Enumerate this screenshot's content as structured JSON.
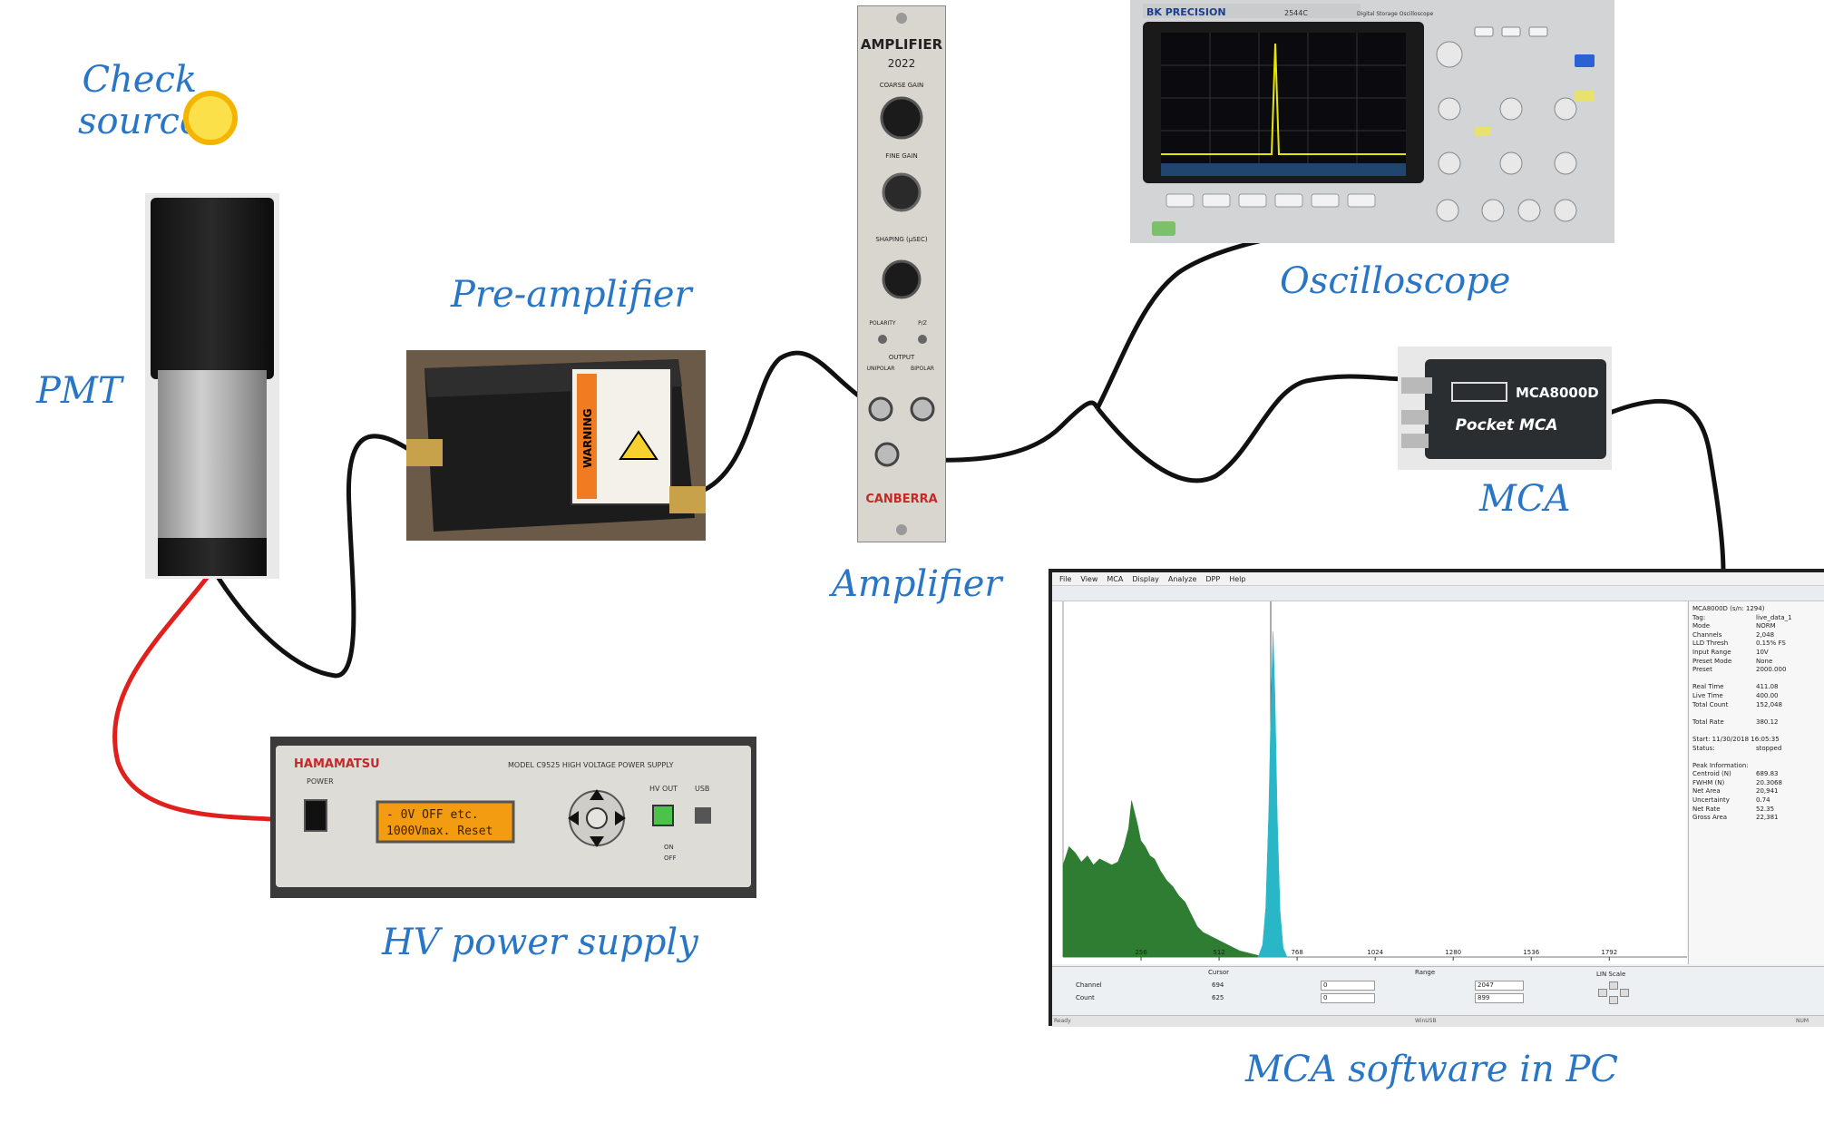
{
  "labels": {
    "check_source_line1": "Check",
    "check_source_line2": "source",
    "pmt": "PMT",
    "preamp": "Pre-amplifier",
    "amplifier": "Amplifier",
    "oscilloscope": "Oscilloscope",
    "mca": "MCA",
    "hv": "HV power supply",
    "software": "MCA software in PC"
  },
  "colors": {
    "label": "#2a76c6",
    "cable": "#111111",
    "hv_cable": "#e0201c",
    "source": "#f7d21a",
    "spectrum_green": "#2e7d32",
    "spectrum_peak": "#29b6c6"
  },
  "hv_supply": {
    "brand": "HAMAMATSU",
    "model": "MODEL C9525  HIGH VOLTAGE POWER SUPPLY",
    "power_label": "POWER",
    "lcd_line1": "-  0V OFF etc.",
    "lcd_line2": "1000Vmax. Reset",
    "hv_out_label": "HV OUT",
    "usb_label": "USB",
    "on_label": "ON",
    "off_label": "OFF"
  },
  "amplifier_module": {
    "title": "AMPLIFIER",
    "model": "2022",
    "coarse_gain": "COARSE GAIN",
    "fine_gain": "FINE GAIN",
    "shaping": "SHAPING (µSEC)",
    "polarity": "POLARITY",
    "pz": "P/Z",
    "output": "OUTPUT",
    "unipolar": "UNIPOLAR",
    "bipolar": "BIPOLAR",
    "brand": "CANBERRA"
  },
  "preamp_device": {
    "warning": "WARNING"
  },
  "scope": {
    "brand": "BK PRECISION",
    "model": "2544C",
    "desc": "Digital Storage Oscilloscope"
  },
  "mca_device": {
    "model": "MCA8000D",
    "name": "Pocket MCA"
  },
  "software": {
    "menu": [
      "File",
      "View",
      "MCA",
      "Display",
      "Analyze",
      "DPP",
      "Help"
    ],
    "info_rows": [
      [
        "MCA8000D (s/n: 1294)",
        ""
      ],
      [
        "Tag:",
        "live_data_1"
      ],
      [
        "Mode",
        "NORM"
      ],
      [
        "Channels",
        "2,048"
      ],
      [
        "LLD Thresh",
        "0.15% FS"
      ],
      [
        "Input Range",
        "10V"
      ],
      [
        "Preset Mode",
        "None"
      ],
      [
        "Preset",
        "2000.000"
      ],
      [
        "",
        ""
      ],
      [
        "Real Time",
        "411.08"
      ],
      [
        "Live Time",
        "400.00"
      ],
      [
        "Total Count",
        "152,048"
      ],
      [
        "",
        ""
      ],
      [
        "Total Rate",
        "380.12"
      ],
      [
        "",
        ""
      ],
      [
        "Start: 11/30/2018 16:05:35",
        ""
      ],
      [
        "Status:",
        "stopped"
      ],
      [
        "",
        ""
      ],
      [
        "Peak Information:",
        ""
      ],
      [
        "Centroid (N)",
        "689.83"
      ],
      [
        "FWHM (N)",
        "20.3068"
      ],
      [
        "Net Area",
        "20,941"
      ],
      [
        "Uncertainty",
        "0.74"
      ],
      [
        "Net Rate",
        "52.35"
      ],
      [
        "Gross Area",
        "22,381"
      ]
    ],
    "cursor_header": "Cursor",
    "range_header": "Range",
    "scale_header": "LIN Scale",
    "channel_label": "Channel",
    "count_label": "Count",
    "cursor_channel": "694",
    "cursor_count": "625",
    "range_low_1": "0",
    "range_high_1": "2047",
    "range_low_2": "0",
    "range_high_2": "899",
    "status_left": "Ready",
    "status_mid": "WinUSB",
    "status_right": "NUM"
  },
  "chart_data": {
    "type": "area",
    "xlabel": "",
    "ylabel": "",
    "x_ticks": [
      256,
      512,
      768,
      1024,
      1280,
      1536,
      1792
    ],
    "xlim": [
      0,
      2047
    ],
    "series": [
      {
        "points": [
          [
            0,
            300
          ],
          [
            20,
            360
          ],
          [
            40,
            340
          ],
          [
            60,
            310
          ],
          [
            80,
            330
          ],
          [
            100,
            300
          ],
          [
            120,
            320
          ],
          [
            140,
            310
          ],
          [
            160,
            300
          ],
          [
            180,
            310
          ],
          [
            200,
            360
          ],
          [
            215,
            420
          ],
          [
            225,
            510
          ],
          [
            235,
            470
          ],
          [
            245,
            430
          ],
          [
            255,
            380
          ],
          [
            270,
            360
          ],
          [
            285,
            330
          ],
          [
            300,
            320
          ],
          [
            320,
            280
          ],
          [
            340,
            250
          ],
          [
            360,
            230
          ],
          [
            380,
            200
          ],
          [
            400,
            180
          ],
          [
            420,
            140
          ],
          [
            440,
            100
          ],
          [
            460,
            80
          ],
          [
            480,
            70
          ],
          [
            500,
            60
          ],
          [
            520,
            50
          ],
          [
            540,
            40
          ],
          [
            560,
            30
          ],
          [
            580,
            20
          ],
          [
            600,
            15
          ],
          [
            620,
            10
          ],
          [
            640,
            5
          ],
          [
            650,
            0
          ]
        ]
      },
      {
        "points": [
          [
            640,
            0
          ],
          [
            655,
            40
          ],
          [
            665,
            160
          ],
          [
            675,
            480
          ],
          [
            683,
            860
          ],
          [
            689,
            1060
          ],
          [
            695,
            860
          ],
          [
            703,
            450
          ],
          [
            712,
            150
          ],
          [
            722,
            30
          ],
          [
            735,
            0
          ]
        ]
      }
    ]
  }
}
